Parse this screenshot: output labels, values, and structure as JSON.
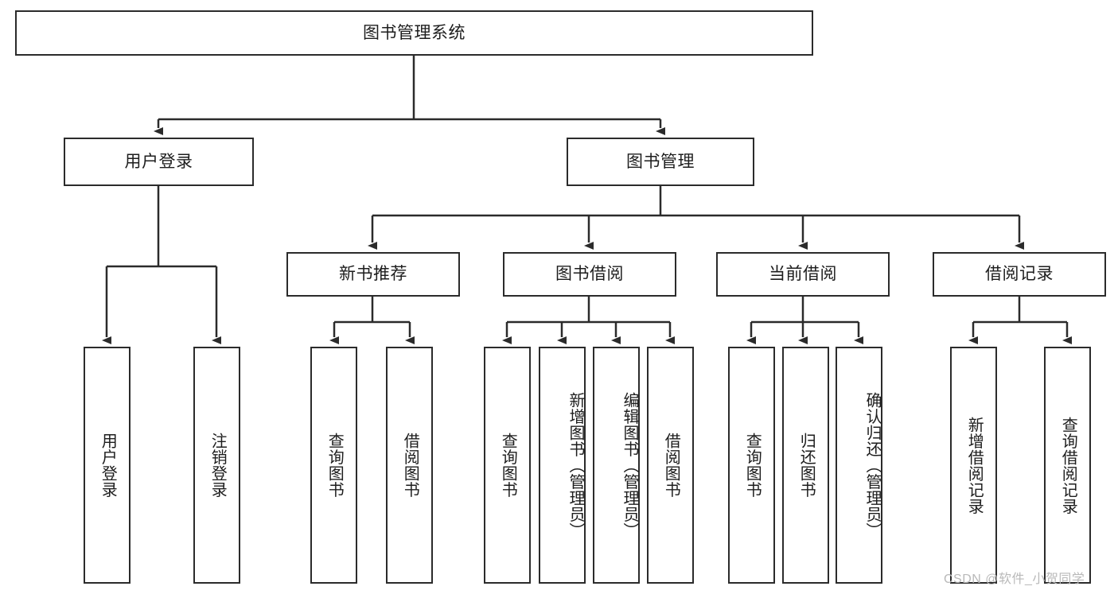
{
  "diagram": {
    "title": "图书管理系统",
    "type": "tree-hierarchy",
    "root": {
      "label": "图书管理系统"
    },
    "level2": [
      {
        "label": "用户登录"
      },
      {
        "label": "图书管理"
      }
    ],
    "level3": [
      {
        "label": "新书推荐"
      },
      {
        "label": "图书借阅"
      },
      {
        "label": "当前借阅"
      },
      {
        "label": "借阅记录"
      }
    ],
    "leaves": {
      "user_login": [
        {
          "label": "用户登录"
        },
        {
          "label": "注销登录"
        }
      ],
      "new_book_recommend": [
        {
          "label": "查询图书"
        },
        {
          "label": "借阅图书"
        }
      ],
      "book_borrow": [
        {
          "label": "查询图书"
        },
        {
          "label": "新增图书（管理员）"
        },
        {
          "label": "编辑图书（管理员）"
        },
        {
          "label": "借阅图书"
        }
      ],
      "current_borrow": [
        {
          "label": "查询图书"
        },
        {
          "label": "归还图书"
        },
        {
          "label": "确认归还（管理员）"
        }
      ],
      "borrow_record": [
        {
          "label": "新增借阅记录"
        },
        {
          "label": "查询借阅记录"
        }
      ]
    }
  },
  "watermark": {
    "text": "CSDN @软件_小贺同学"
  },
  "colors": {
    "stroke": "#2b2b2b",
    "text": "#1d1d1d",
    "background": "#ffffff",
    "watermark": "#b9b9b9"
  }
}
